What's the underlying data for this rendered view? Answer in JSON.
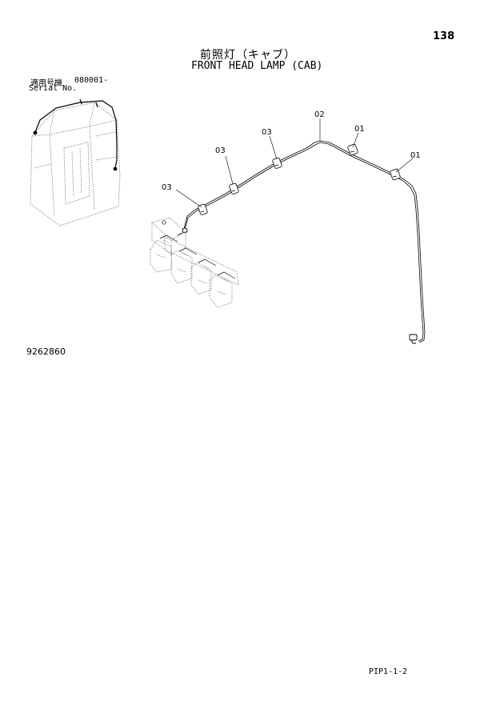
{
  "page": {
    "number": "138",
    "title_jp": "前照灯（キャブ）",
    "title_en": "FRONT HEAD LAMP (CAB)",
    "serial_label_jp": "適用号機",
    "serial_value": "080001-",
    "serial_label_en": "Serial No.",
    "drawing_number": "9262860",
    "page_reference": "PIP1-1-2"
  },
  "callouts": [
    {
      "id": "callout-02",
      "label": "02"
    },
    {
      "id": "callout-01-a",
      "label": "01"
    },
    {
      "id": "callout-01-b",
      "label": "01"
    },
    {
      "id": "callout-03-a",
      "label": "03"
    },
    {
      "id": "callout-03-b",
      "label": "03"
    },
    {
      "id": "callout-03-c",
      "label": "03"
    }
  ]
}
